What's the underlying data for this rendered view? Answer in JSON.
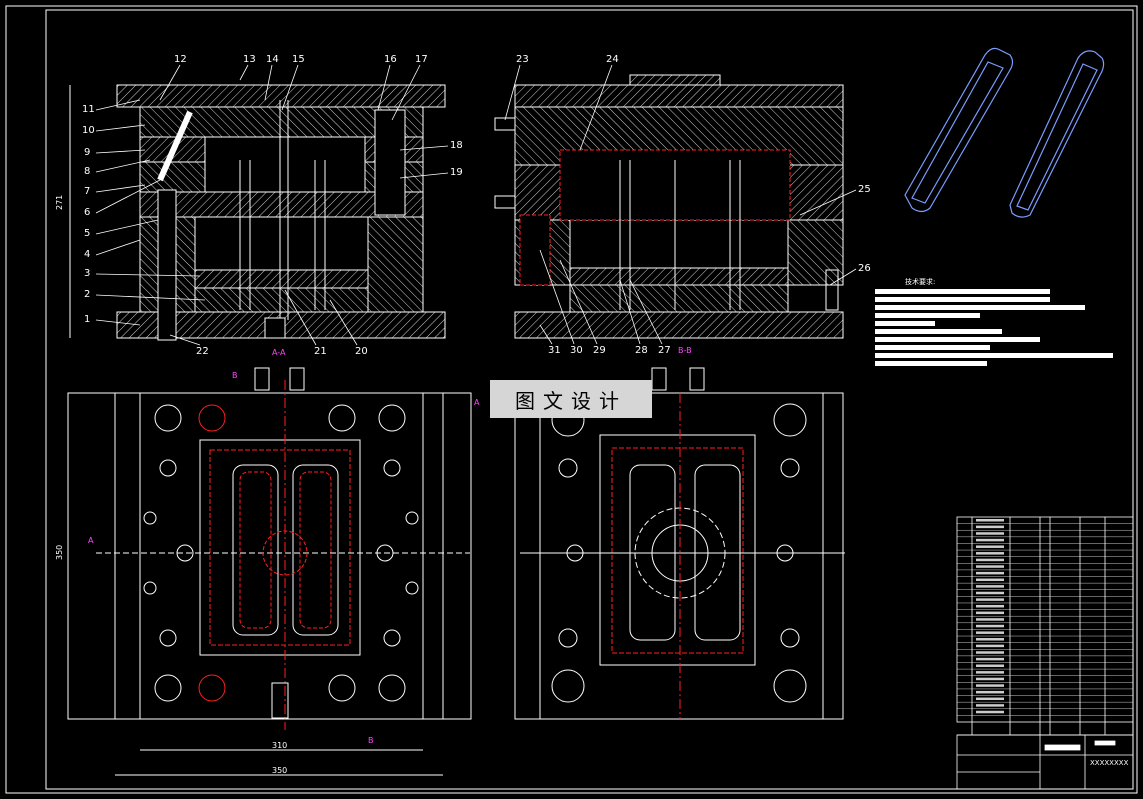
{
  "balloons_left": [
    "1",
    "2",
    "3",
    "4",
    "5",
    "6",
    "7",
    "8",
    "9",
    "10",
    "11",
    "12",
    "13",
    "14",
    "15",
    "16",
    "17",
    "18",
    "19",
    "20",
    "21",
    "22"
  ],
  "balloons_right": [
    "23",
    "24",
    "25",
    "26",
    "27",
    "28",
    "29",
    "30",
    "31"
  ],
  "section_labels": {
    "aa": "A-A",
    "bb": "B-B"
  },
  "cut_markers": {
    "a": "A",
    "b": "B"
  },
  "dimensions": {
    "height": "271",
    "width_inner": "310",
    "width_outer": "350",
    "depth": "350"
  },
  "tech_requirements_title": "技术要求:",
  "watermark": "图文设计",
  "title_block": {
    "drawing_no": "XXXXXXXX"
  },
  "colors": {
    "bg": "#000000",
    "line": "#ffffff",
    "hidden": "#ff2020",
    "section": "#ff44ff",
    "part": "#7a9cff"
  }
}
